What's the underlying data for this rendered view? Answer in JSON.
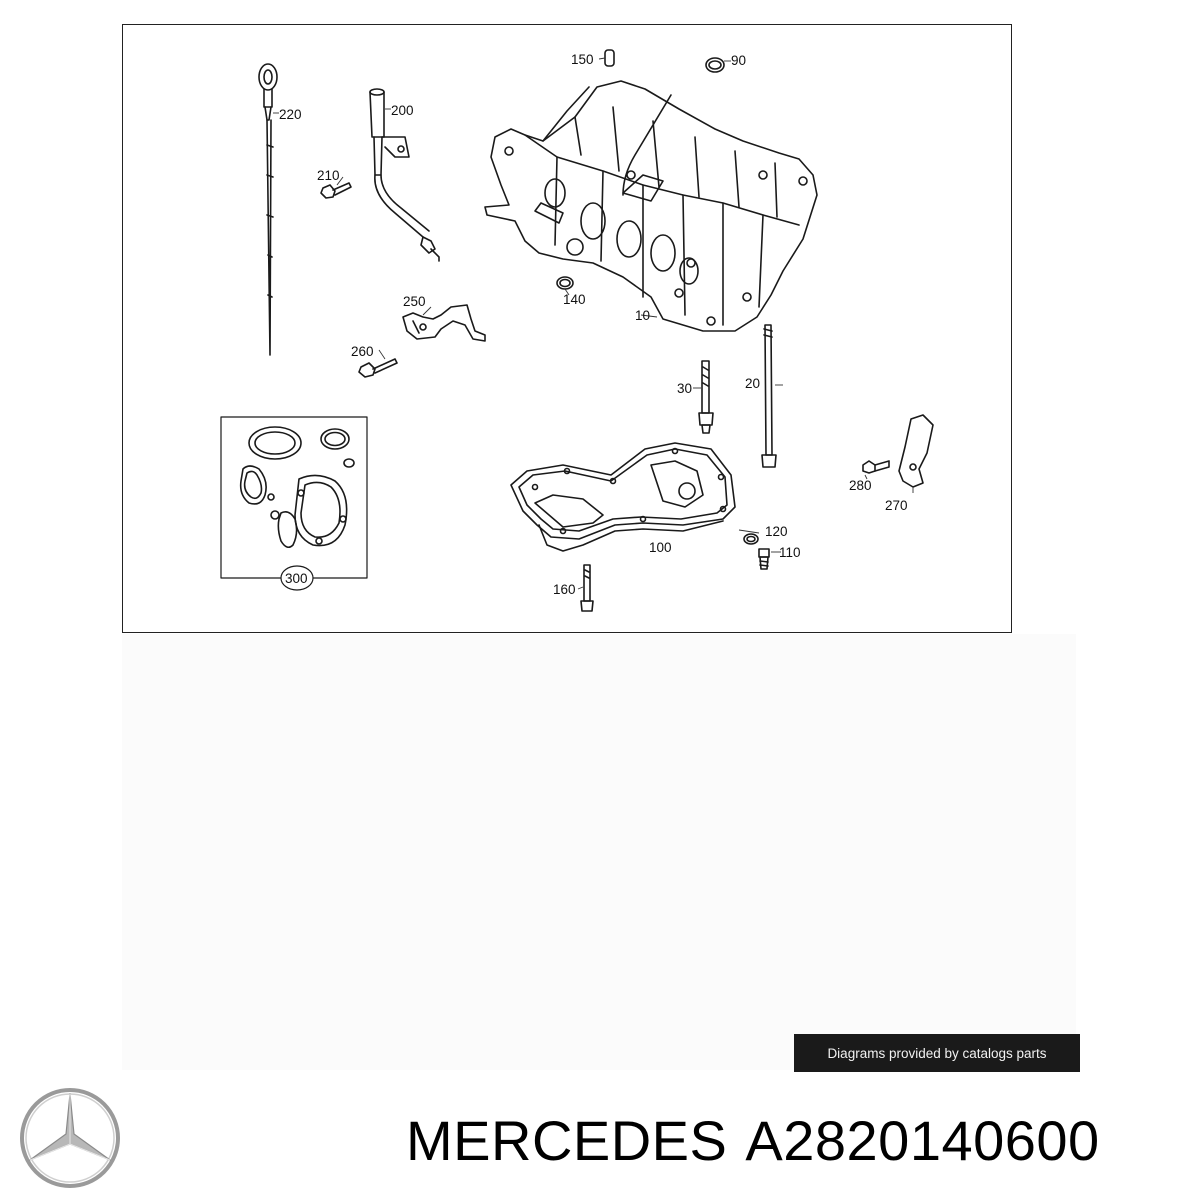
{
  "diagram": {
    "callouts": {
      "c220": "220",
      "c200": "200",
      "c210": "210",
      "c150": "150",
      "c90": "90",
      "c140": "140",
      "c10": "10",
      "c250": "250",
      "c260": "260",
      "c30": "30",
      "c20": "20",
      "c280": "280",
      "c270": "270",
      "c120": "120",
      "c110": "110",
      "c100": "100",
      "c160": "160",
      "c300": "300"
    }
  },
  "credit": {
    "text": "Diagrams provided by catalogs parts"
  },
  "footer": {
    "brand": "MERCEDES",
    "part_number": "A2820140600",
    "logo_icon": "mercedes-star-icon"
  }
}
